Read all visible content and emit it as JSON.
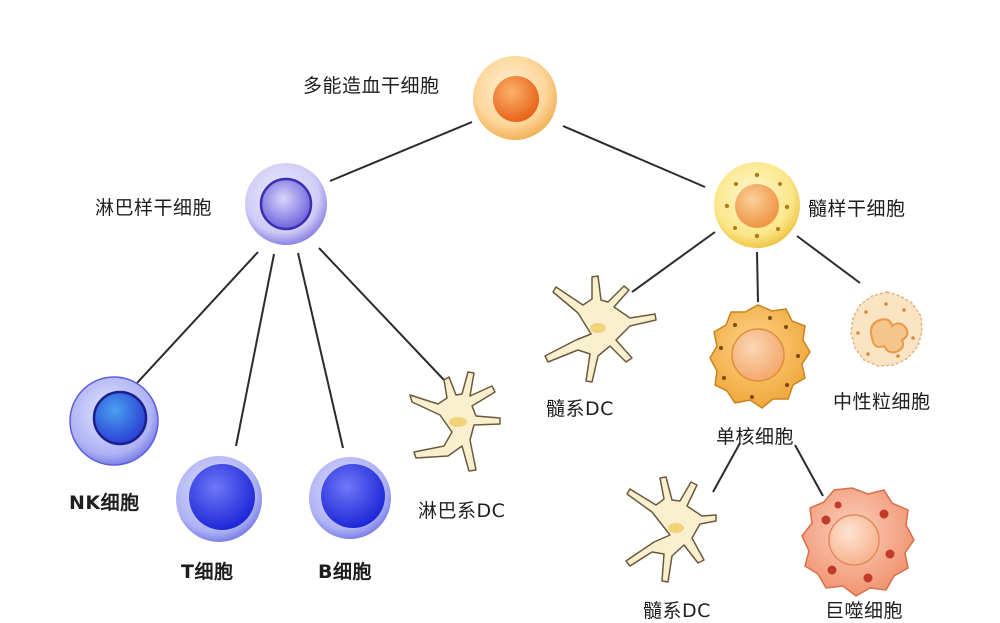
{
  "diagram": {
    "nodes": {
      "hsc": {
        "label": "多能造血干细胞",
        "kind": "stem-orange"
      },
      "lymphoid_stem": {
        "label": "淋巴样干细胞",
        "kind": "stem-blue"
      },
      "myeloid_stem": {
        "label": "髓样干细胞",
        "kind": "stem-yellow"
      },
      "nk": {
        "label": "NK细胞",
        "kind": "lymphocyte-nk"
      },
      "t_cell": {
        "label": "T细胞",
        "kind": "lymphocyte"
      },
      "b_cell": {
        "label": "B细胞",
        "kind": "lymphocyte"
      },
      "lymphoid_dc": {
        "label": "淋巴系DC",
        "kind": "dendritic"
      },
      "myeloid_dc": {
        "label": "髓系DC",
        "kind": "dendritic"
      },
      "monocyte": {
        "label": "单核细胞",
        "kind": "monocyte"
      },
      "neutrophil": {
        "label": "中性粒细胞",
        "kind": "neutrophil"
      },
      "myeloid_dc_2": {
        "label": "髓系DC",
        "kind": "dendritic"
      },
      "macrophage": {
        "label": "巨噬细胞",
        "kind": "macrophage"
      }
    },
    "edges": [
      [
        "hsc",
        "lymphoid_stem"
      ],
      [
        "hsc",
        "myeloid_stem"
      ],
      [
        "lymphoid_stem",
        "nk"
      ],
      [
        "lymphoid_stem",
        "t_cell"
      ],
      [
        "lymphoid_stem",
        "b_cell"
      ],
      [
        "lymphoid_stem",
        "lymphoid_dc"
      ],
      [
        "myeloid_stem",
        "myeloid_dc"
      ],
      [
        "myeloid_stem",
        "monocyte"
      ],
      [
        "myeloid_stem",
        "neutrophil"
      ],
      [
        "monocyte",
        "myeloid_dc_2"
      ],
      [
        "monocyte",
        "macrophage"
      ]
    ],
    "colors": {
      "line": "#2b2b2b",
      "stem_orange_outer": "#fbd7a0",
      "stem_orange_core": "#ef7d1e",
      "stem_blue_outer": "#c9c6f5",
      "stem_blue_core": "#7a6fe0",
      "stem_yellow_outer": "#fbe98a",
      "stem_yellow_core": "#f3a450",
      "lymphocyte_outer": "#a8acf2",
      "lymphocyte_core": "#3440e6",
      "dendritic_fill": "#faefcf",
      "monocyte_fill": "#f7b84d",
      "neutrophil_fill": "#fbe4c4",
      "macrophage_fill": "#f5a98a"
    }
  }
}
